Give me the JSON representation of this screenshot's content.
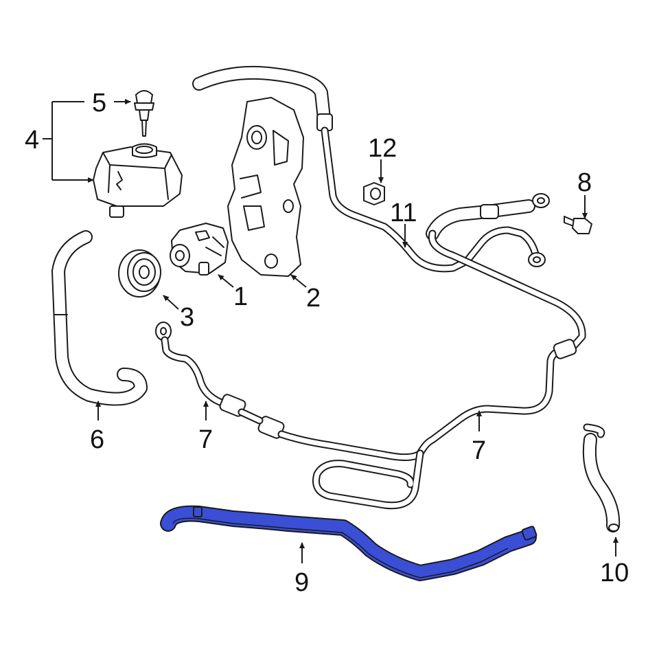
{
  "diagram": {
    "highlight_color": "#3347c8",
    "highlight_fill": "#3a4fd6",
    "line_color": "#1a1a1a",
    "callouts": [
      {
        "id": "c1",
        "label": "1"
      },
      {
        "id": "c2",
        "label": "2"
      },
      {
        "id": "c3",
        "label": "3"
      },
      {
        "id": "c4",
        "label": "4"
      },
      {
        "id": "c5",
        "label": "5"
      },
      {
        "id": "c6",
        "label": "6"
      },
      {
        "id": "c7a",
        "label": "7"
      },
      {
        "id": "c7b",
        "label": "7"
      },
      {
        "id": "c8",
        "label": "8"
      },
      {
        "id": "c9",
        "label": "9"
      },
      {
        "id": "c10",
        "label": "10"
      },
      {
        "id": "c11",
        "label": "11"
      },
      {
        "id": "c12",
        "label": "12"
      }
    ],
    "highlighted_part": "9"
  }
}
